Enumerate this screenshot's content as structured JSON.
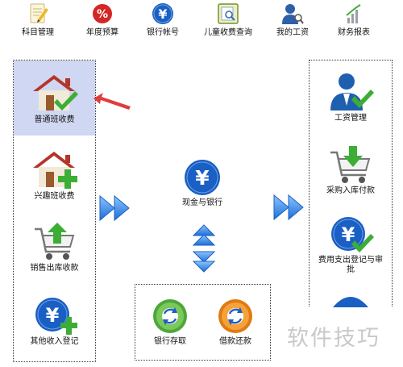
{
  "toolbar": {
    "items": [
      {
        "label": "科目管理",
        "icon": "pencil-notepad-icon"
      },
      {
        "label": "年度预算",
        "icon": "percent-badge-icon"
      },
      {
        "label": "银行帐号",
        "icon": "yen-coin-icon"
      },
      {
        "label": "儿童收费查询",
        "icon": "search-document-icon"
      },
      {
        "label": "我的工资",
        "icon": "user-search-icon"
      },
      {
        "label": "财务报表",
        "icon": "bar-chart-icon"
      }
    ]
  },
  "left_modules": [
    {
      "label": "普通班收费",
      "icon": "house-check-icon",
      "selected": true
    },
    {
      "label": "兴趣班收费",
      "icon": "house-plus-icon"
    },
    {
      "label": "销售出库收款",
      "icon": "cart-up-icon"
    },
    {
      "label": "其他收入登记",
      "icon": "yen-plus-icon"
    }
  ],
  "center": {
    "label": "现金与银行",
    "icon": "yen-coin-icon"
  },
  "right_modules": [
    {
      "label": "工资管理",
      "icon": "person-check-icon"
    },
    {
      "label": "采购入库付款",
      "icon": "cart-down-icon"
    },
    {
      "label": "费用支出登记与审批",
      "label_line1": "费用支出登记与审",
      "label_line2": "批",
      "icon": "yen-check-icon"
    }
  ],
  "bottom_modules": [
    {
      "label": "银行存取",
      "icon": "green-refresh-icon"
    },
    {
      "label": "借款还款",
      "icon": "orange-refresh-icon"
    }
  ],
  "watermark": "软件技巧",
  "colors": {
    "blue": "#1a5fc4",
    "green": "#3cae35",
    "orange": "#f08a1c",
    "selected_bg": "#cfd7f2",
    "arrow_red": "#e03c3c"
  }
}
